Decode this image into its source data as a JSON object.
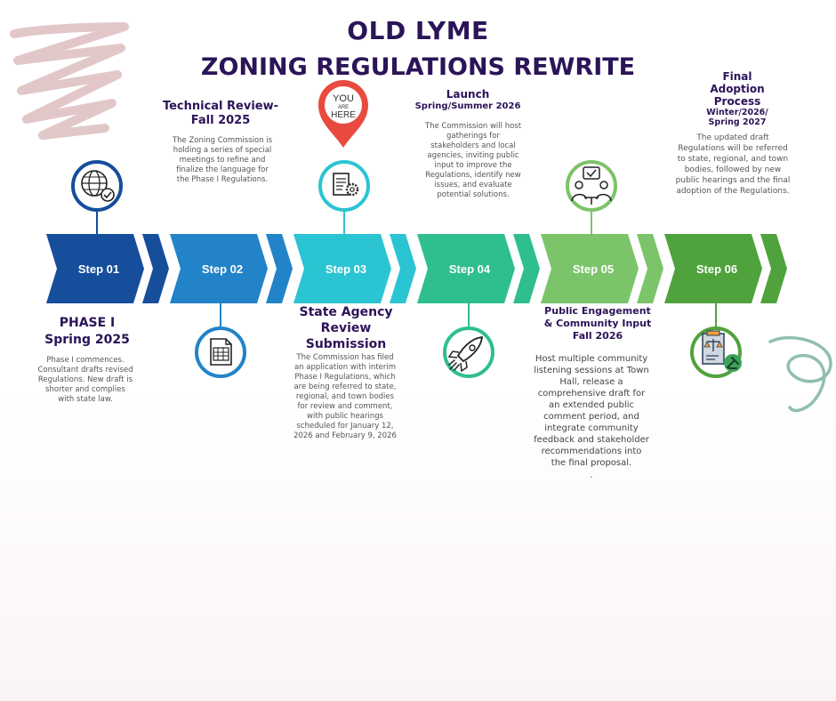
{
  "title": {
    "line1": "OLD LYME",
    "line2": "ZONING REGULATIONS REWRITE"
  },
  "marker": {
    "line1": "YOU",
    "line2": "ARE",
    "line3": "HERE"
  },
  "steps": [
    {
      "label": "Step 01",
      "color": "#164e9c",
      "icon": "globe-check-icon"
    },
    {
      "label": "Step 02",
      "color": "#2283c8",
      "icon": "document-table-icon"
    },
    {
      "label": "Step 03",
      "color": "#2bc4d2",
      "icon": "document-gear-icon"
    },
    {
      "label": "Step 04",
      "color": "#2ebf8c",
      "icon": "rocket-icon"
    },
    {
      "label": "Step 05",
      "color": "#7cc46a",
      "icon": "meeting-icon"
    },
    {
      "label": "Step 06",
      "color": "#50a23c",
      "icon": "law-scale-icon"
    }
  ],
  "phase1": {
    "heading_line1": "PHASE I",
    "heading_line2": "Spring 2025",
    "text": "Phase I commences. Consultant drafts revised Regulations. New draft is shorter and complies with state law."
  },
  "step2": {
    "heading_line1": "Technical Review-",
    "heading_line2": "Fall 2025",
    "text": "The Zoning Commission is holding a series of special meetings to refine and finalize the language for the Phase I Regulations."
  },
  "step3": {
    "heading_line1": "State Agency",
    "heading_line2": "Review",
    "heading_line3": "Submission",
    "text": "The Commission has filed an application with interim Phase I Regulations, which are being referred to state, regional, and town bodies for review and comment, with public hearings scheduled for January 12, 2026 and February 9, 2026"
  },
  "step4": {
    "heading_line1": "Launch",
    "heading_line2": "Spring/Summer 2026",
    "text": "The Commission will host gatherings for stakeholders and local agencies, inviting public input to improve the Regulations, identify new issues, and evaluate potential solutions."
  },
  "step5": {
    "heading_line1": "Public Engagement",
    "heading_line2": "& Community Input",
    "heading_line3": "Fall 2026",
    "text": "Host multiple community listening sessions at Town Hall, release a comprehensive draft for an extended public comment period, and integrate community feedback and stakeholder recommendations into the final proposal.",
    "dot": "."
  },
  "step6": {
    "heading_line1": "Final",
    "heading_line2": "Adoption",
    "heading_line3": "Process",
    "heading_line4": "Winter/2026/",
    "heading_line5": "Spring 2027",
    "text": "The updated draft Regulations will be referred to state, regional, and town bodies, followed by new public hearings and the final adoption of the Regulations."
  }
}
